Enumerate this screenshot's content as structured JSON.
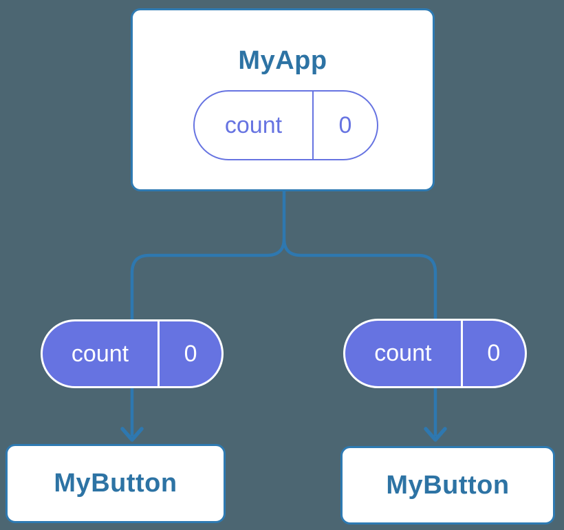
{
  "diagram": {
    "description": "Component tree with shared state lifted to parent",
    "root": {
      "label": "MyApp",
      "pill": {
        "name": "count",
        "value": "0"
      }
    },
    "children": [
      {
        "label": "MyButton",
        "pill": {
          "name": "count",
          "value": "0"
        }
      },
      {
        "label": "MyButton",
        "pill": {
          "name": "count",
          "value": "0"
        }
      }
    ],
    "colors": {
      "background": "#4C6672",
      "connector_blue": "#2E78B0",
      "card_border_blue": "#2E7AB2",
      "heading_text_blue": "#2D73A4",
      "state_purple": "#6673E1",
      "card_fill": "#FFFFFF",
      "pill_text_on_purple": "#FFFFFF"
    }
  }
}
